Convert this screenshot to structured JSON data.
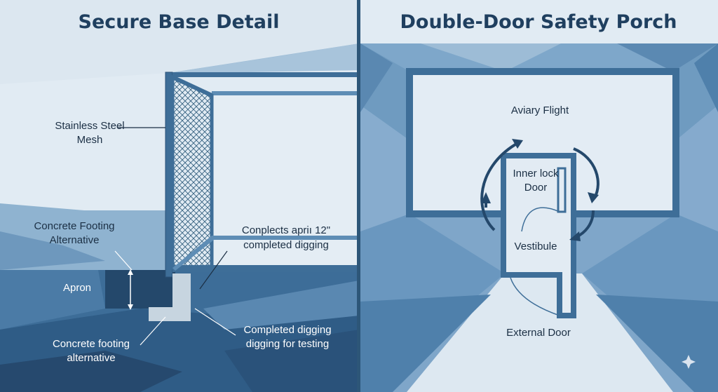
{
  "left_panel": {
    "title": "Secure Base Detail",
    "labels": {
      "mesh_line1": "Stainless Steel",
      "mesh_line2": "Mesh",
      "footing_alt_line1": "Concrete Footing",
      "footing_alt_line2": "Alternative",
      "apron": "Apron",
      "conplects_line1": "Conplects apriı 12\"",
      "conplects_line2": "completed digging",
      "footing_alt2_line1": "Concrete footing",
      "footing_alt2_line2": "alternative",
      "completed_line1": "Completed digging",
      "completed_line2": "digging for testing"
    }
  },
  "right_panel": {
    "title": "Double-Door Safety Porch",
    "labels": {
      "aviary": "Aviary Flight",
      "inner_line1": "Inner lock",
      "inner_line2": "Door",
      "vestibule": "Vestibule",
      "external": "External Door"
    }
  },
  "colors": {
    "background": "#dfe9f1",
    "frame": "#3e6e98",
    "title": "#1f3f5f",
    "divider": "#2d5678"
  }
}
